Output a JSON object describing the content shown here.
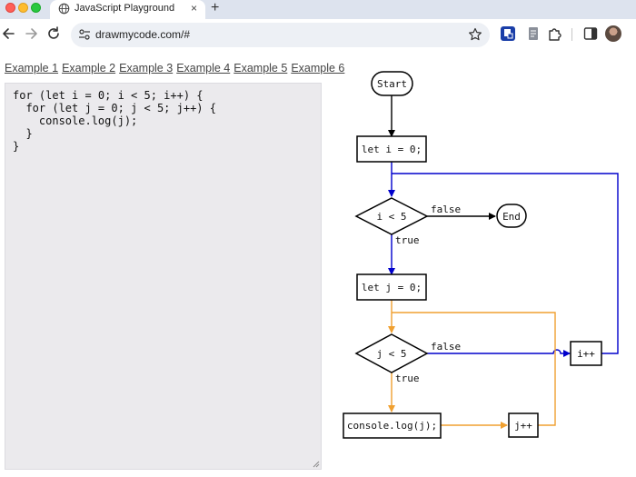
{
  "browser": {
    "tab_title": "JavaScript Playground",
    "tab_close": "×",
    "new_tab": "+",
    "url": "drawmycode.com/#"
  },
  "examples": [
    "Example 1",
    "Example 2",
    "Example 3",
    "Example 4",
    "Example 5",
    "Example 6"
  ],
  "editor": {
    "code": "for (let i = 0; i < 5; i++) {\n  for (let j = 0; j < 5; j++) {\n    console.log(j);\n  }\n}"
  },
  "flowchart": {
    "start": "Start",
    "end": "End",
    "init_i": "let i = 0;",
    "cond_i": "i < 5",
    "init_j": "let j = 0;",
    "cond_j": "j < 5",
    "body": "console.log(j);",
    "inc_j": "j++",
    "inc_i": "i++",
    "label_false_outer": "false",
    "label_true_outer": "true",
    "label_false_inner": "false",
    "label_true_inner": "true"
  },
  "colors": {
    "outer_loop": "#0000cc",
    "inner_loop": "#f0a030",
    "default_edge": "#000000"
  }
}
